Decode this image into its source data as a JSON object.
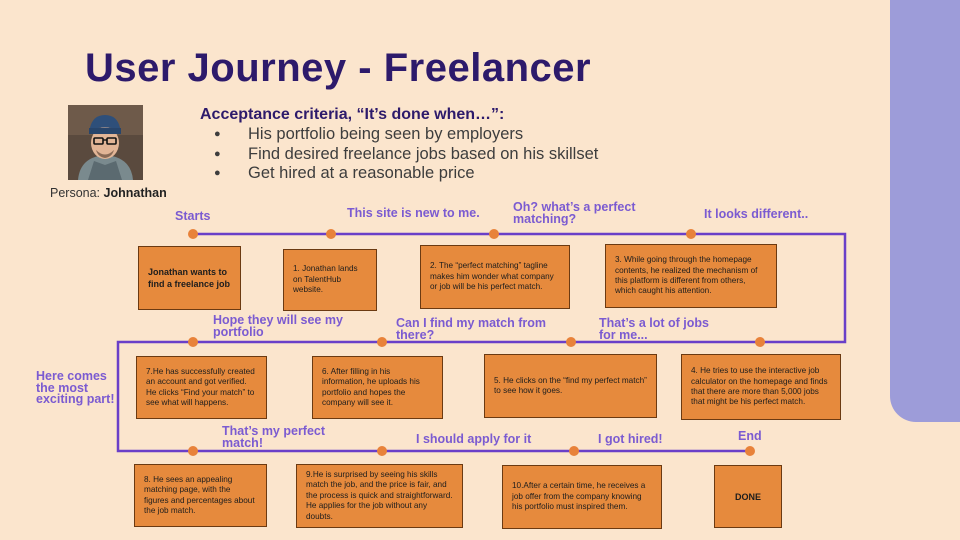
{
  "slide": {
    "title": "User Journey - Freelancer",
    "persona_prefix": "Persona: ",
    "persona_name": "Johnathan"
  },
  "acceptance": {
    "heading": "Acceptance criteria, “It’s done when…”:",
    "items": [
      "His portfolio being seen by employers",
      "Find desired freelance jobs based on his skillset",
      "Get hired at a reasonable price"
    ]
  },
  "journey": {
    "intro": "Here comes the most exciting part!",
    "labels": {
      "starts": "Starts",
      "new_site": "This site is new to me.",
      "perfect_matching": "Oh? what’s a perfect matching?",
      "looks_different": "It looks different..",
      "lot_of_jobs": "That’s a lot of jobs for me...",
      "find_match": "Can I find my match from there?",
      "hope_portfolio": "Hope they will see my portfolio",
      "perfect_match": "That’s my perfect match!",
      "apply": "I should apply for it",
      "hired": "I got hired!",
      "end": "End"
    },
    "boxes": {
      "intro": "Jonathan wants to find a freelance job",
      "s1": "1. Jonathan lands on TalentHub website.",
      "s2": "2. The “perfect matching” tagline makes him wonder what company or job will be his perfect match.",
      "s3": "3. While going through the homepage contents, he realized the mechanism of this platform is different from others, which caught his attention.",
      "s4": "4. He tries to use the interactive job calculator on the homepage and finds that there are more than 5,000 jobs that might be his perfect match.",
      "s5": "5. He clicks on the “find my perfect match” to see how it goes.",
      "s6": "6. After filling in his information, he uploads his portfolio and hopes the company will see it.",
      "s7": "7.He has successfully created an account and got verified.  He clicks “Find your match” to see what will happens.",
      "s8": "8. He sees an appealing matching page, with the figures and percentages about the job match.",
      "s9": "9.He is surprised by seeing his skills match the job, and the price is fair, and the process is quick and straightforward. He applies for the job without any doubts.",
      "s10": "10.After a certain time, he receives a job offer from the company knowing his portfolio must inspired them.",
      "done": "DONE"
    }
  },
  "colors": {
    "background": "#fbe5cd",
    "side_accent": "#9d9cd9",
    "title": "#2d1a6b",
    "label": "#7b5bd1",
    "path_line": "#6a3fc8",
    "node": "#e8823a",
    "box": "#e68a3d"
  }
}
